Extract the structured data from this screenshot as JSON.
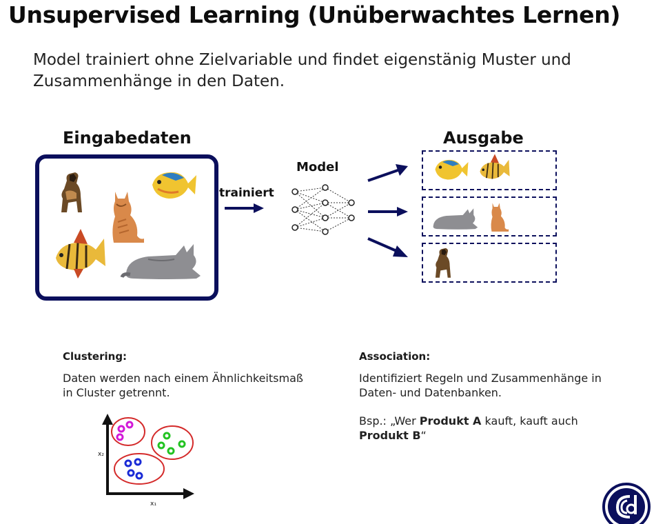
{
  "title": "Unsupervised Learning (Unüberwachtes Lernen)",
  "subtitle": "Model trainiert ohne Zielvariable und findet eigenstänig Muster und Zusammenhänge in den Daten.",
  "diagram": {
    "input_heading": "Eingabedaten",
    "train_label": "trainiert",
    "model_label": "Model",
    "output_heading": "Ausgabe"
  },
  "clustering": {
    "title": "Clustering:",
    "body": "Daten werden nach einem Ähnlichkeitsmaß in Cluster getrennt.",
    "axis_x": "x₁",
    "axis_y": "x₂"
  },
  "association": {
    "title": "Association:",
    "body": "Identifiziert Regeln und Zusammenhänge in Daten- und Datenbanken.",
    "example_prefix": "Bsp.: „Wer ",
    "example_bold1": "Produkt A",
    "example_mid": " kauft, kauft auch ",
    "example_bold2": "Produkt B",
    "example_suffix": "“"
  },
  "colors": {
    "navy": "#0b0f5c",
    "cluster_outline": "#d42a2a",
    "cluster_magenta": "#d21ad8",
    "cluster_green": "#22c322",
    "cluster_blue": "#1a2bd6"
  }
}
